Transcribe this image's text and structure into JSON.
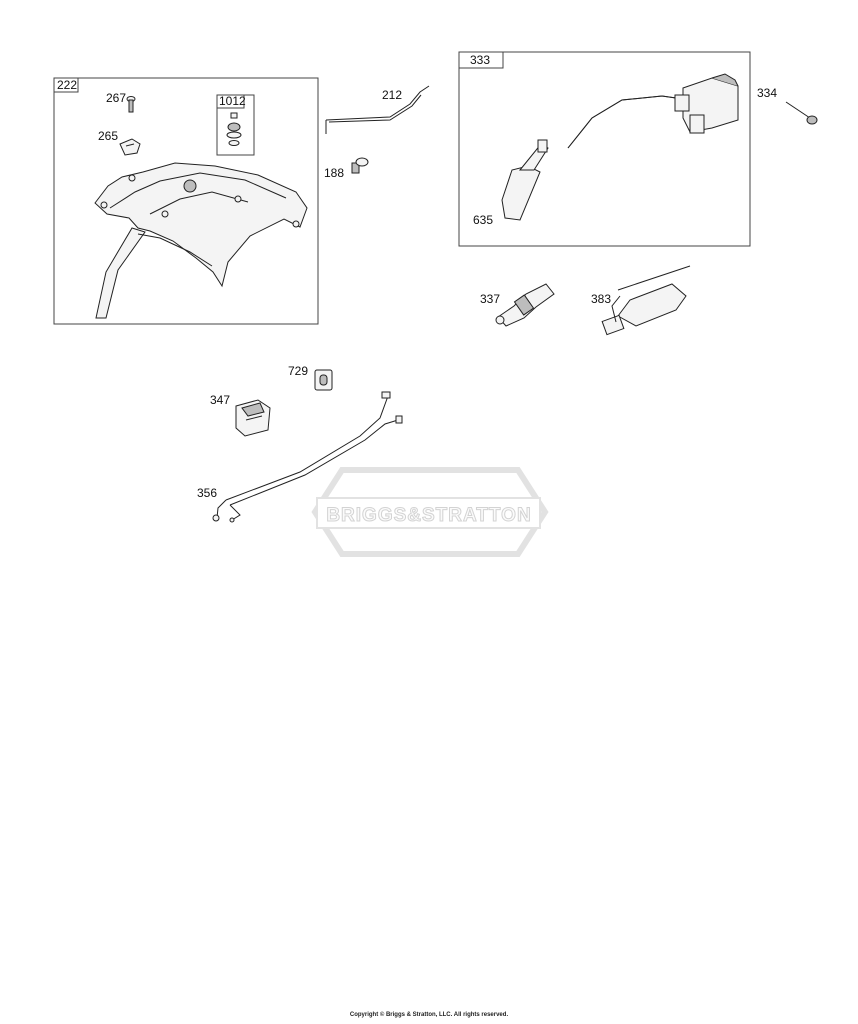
{
  "callouts": {
    "c222": "222",
    "c267": "267",
    "c1012": "1012",
    "c265": "265",
    "c212": "212",
    "c188": "188",
    "c333": "333",
    "c334": "334",
    "c635": "635",
    "c337": "337",
    "c383": "383",
    "c729": "729",
    "c347": "347",
    "c356": "356"
  },
  "watermark": "BRIGGS&STRATTON",
  "copyright": "Copyright © Briggs & Stratton, LLC. All rights reserved."
}
